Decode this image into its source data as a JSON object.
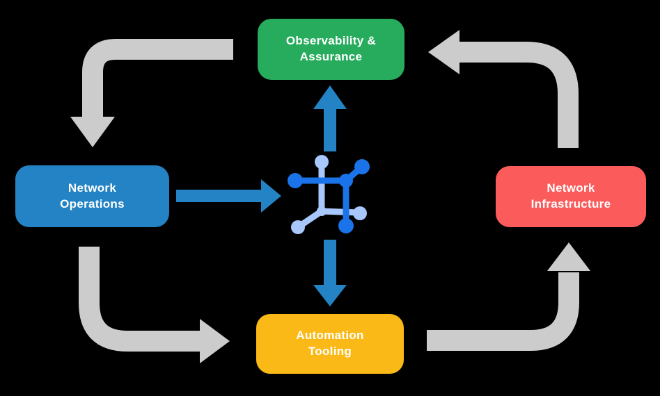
{
  "diagram": {
    "background": "#000000",
    "text_color": "#FFFFFF"
  },
  "nodes": {
    "observability": {
      "label": "Observability &\nAssurance",
      "color": "#27AB5C"
    },
    "operations": {
      "label": "Network\nOperations",
      "color": "#2383C4"
    },
    "infrastructure": {
      "label": "Network\nInfrastructure",
      "color": "#FB5B5B"
    },
    "automation": {
      "label": "Automation\nTooling",
      "color": "#FBB917"
    }
  },
  "icon": {
    "name": "network-automation-icon",
    "dark": "#1A73E8",
    "light": "#A8C7FA"
  },
  "arrows": {
    "gray_color": "#CCCCCC",
    "blue_color": "#2383C4",
    "flows": [
      {
        "from": "Observability & Assurance",
        "to": "Network Operations",
        "style": "gray-cycle"
      },
      {
        "from": "Network Operations",
        "to": "Automation Tooling",
        "style": "gray-cycle"
      },
      {
        "from": "Automation Tooling",
        "to": "Network Infrastructure",
        "style": "gray-cycle"
      },
      {
        "from": "Network Infrastructure",
        "to": "Observability & Assurance",
        "style": "gray-cycle"
      },
      {
        "from": "Network Operations",
        "to": "center-icon",
        "style": "blue-direct"
      },
      {
        "from": "center-icon",
        "to": "Observability & Assurance",
        "style": "blue-direct"
      },
      {
        "from": "center-icon",
        "to": "Automation Tooling",
        "style": "blue-direct"
      }
    ]
  }
}
